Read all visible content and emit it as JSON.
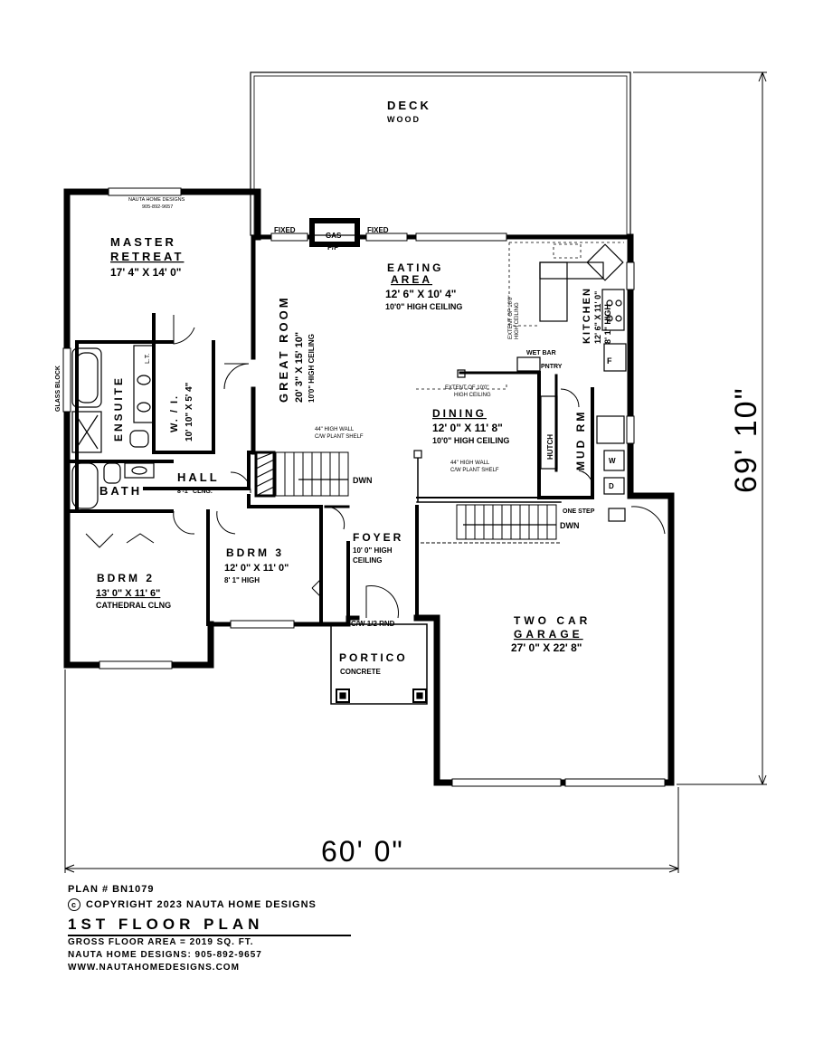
{
  "rooms": {
    "deck": {
      "name": "DECK",
      "sub": "WOOD"
    },
    "master": {
      "name1": "MASTER",
      "name2": "RETREAT",
      "size": "17' 4\" X 14' 0\""
    },
    "ensuite": {
      "name": "ENSUITE"
    },
    "walkin": {
      "name": "W. / I.",
      "size": "10' 10\" X 5' 4\""
    },
    "great_room": {
      "name": "GREAT ROOM",
      "size": "20' 3\" X 15' 10\"",
      "ceiling": "10'0\" HIGH CEILING"
    },
    "eating": {
      "name1": "EATING",
      "name2": "AREA",
      "size": "12' 6\" X 10' 4\"",
      "ceiling": "10'0\" HIGH CEILING"
    },
    "kitchen": {
      "name": "KITCHEN",
      "size": "12' 6\" X 11' 0\"",
      "ceiling": "8' 1\" HIGH"
    },
    "dining": {
      "name": "DINING",
      "size": "12' 0\" X 11' 8\"",
      "ceiling": "10'0\" HIGH CEILING"
    },
    "mudroom": {
      "name": "MUD RM"
    },
    "hall": {
      "name": "HALL",
      "sub": "8'-1\" CLNG."
    },
    "bath": {
      "name": "BATH"
    },
    "bdrm3": {
      "name": "BDRM 3",
      "size": "12' 0\" X 11' 0\"",
      "ceiling": "8' 1\" HIGH"
    },
    "foyer": {
      "name": "FOYER",
      "ceiling1": "10' 0\" HIGH",
      "ceiling2": "CEILING"
    },
    "bdrm2": {
      "name": "BDRM 2",
      "size": "13' 0\" X 11' 6\"",
      "ceiling": "CATHEDRAL CLNG"
    },
    "portico": {
      "name": "PORTICO",
      "sub": "CONCRETE"
    },
    "garage": {
      "name1": "TWO CAR",
      "name2": "GARAGE",
      "size": "27' 0\" X 22' 8\""
    }
  },
  "labels": {
    "fixed": "FIXED",
    "gas": "GAS",
    "fp": "F/P",
    "watermark1": "NAUTA HOME DESIGNS",
    "watermark2": "905-892-9657",
    "glass_block": "GLASS BLOCK",
    "lt": "L.T.",
    "wet_bar": "WET BAR",
    "pntry": "PNTRY",
    "extent_kitchen1": "EXTENT OF 10'0\"",
    "extent_kitchen2": "HIGH CEILING",
    "extent_dining1": "EXTENT OF 10'0\"",
    "extent_dining2": "HIGH CEILING",
    "wall_shelf1_a": "44\" HIGH WALL",
    "wall_shelf1_b": "C/W PLANT SHELF",
    "wall_shelf2_a": "44\" HIGH WALL",
    "wall_shelf2_b": "C/W PLANT SHELF",
    "hutch": "HUTCH",
    "dwn1": "DWN",
    "dwn2": "DWN",
    "one_step": "ONE STEP",
    "rnd": "C/W 1/2 RND",
    "f": "F",
    "w": "W",
    "d": "D"
  },
  "dimensions": {
    "width": "60' 0\"",
    "height": "69' 10\""
  },
  "footer": {
    "plan": "PLAN # BN1079",
    "copyright": "COPYRIGHT 2023 NAUTA HOME DESIGNS",
    "copyright_icon": "c",
    "title": "1ST FLOOR PLAN",
    "area": "GROSS FLOOR AREA  =  2019  SQ. FT.",
    "phone": "NAUTA HOME DESIGNS:  905-892-9657",
    "web": "WWW.NAUTAHOMEDESIGNS.COM"
  }
}
